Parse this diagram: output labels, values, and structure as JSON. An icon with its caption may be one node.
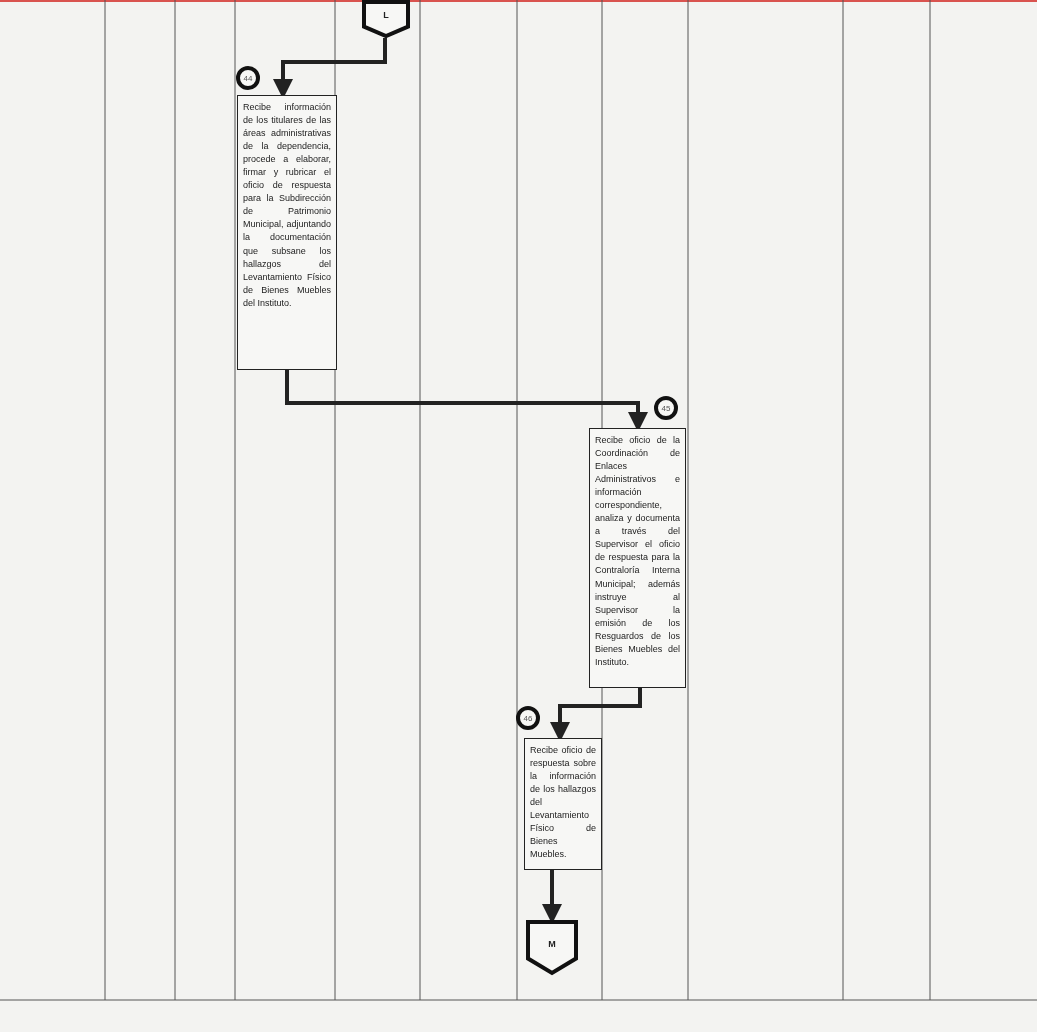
{
  "diagram": {
    "nodes": [
      {
        "text": [
          "L"
        ]
      },
      {
        "text": [
          "Recibe información de los titulares de las áreas administrativas de la dependencia, procede a elaborar, firmar y rubricar el oficio de respuesta para la Subdirección de Patrimonio Municipal, adjuntando la documentación que subsane los hallazgos del Levantamiento Físico de Bienes Muebles del Instituto."
        ],
        "beside": [
          "44"
        ]
      },
      {
        "text": [
          "Recibe oficio de la Coordinación de Enlaces Administrativos e información correspondiente, analiza y documenta a través del Supervisor el oficio de respuesta para la Contraloría Interna Municipal; además instruye al Supervisor la emisión de los Resguardos de los Bienes Muebles del Instituto."
        ],
        "beside": [
          "45"
        ]
      },
      {
        "text": [
          "Recibe oficio de respuesta sobre la información de los hallazgos del Levantamiento Físico de Bienes Muebles."
        ],
        "beside": [
          "46"
        ]
      },
      {
        "text": [
          "M"
        ]
      }
    ],
    "edges": [
      {
        "from": 0,
        "to": 1,
        "arrow": "to"
      },
      {
        "from": 1,
        "to": 2,
        "arrow": "to"
      },
      {
        "from": 2,
        "to": 3,
        "arrow": "to"
      },
      {
        "from": 3,
        "to": 4,
        "arrow": "to"
      }
    ]
  }
}
